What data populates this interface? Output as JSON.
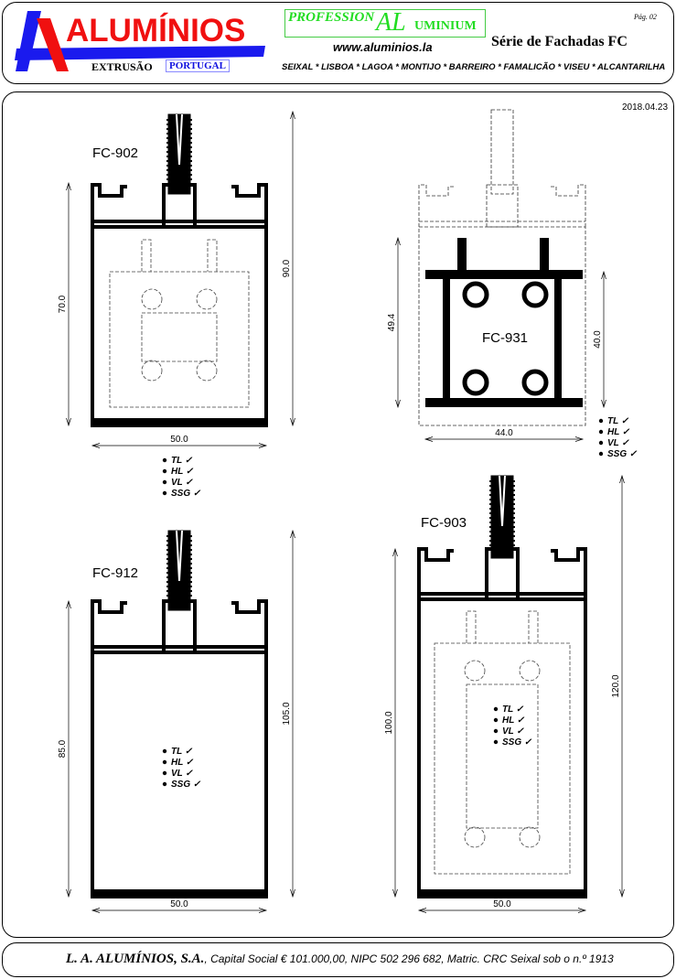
{
  "header": {
    "logo_text": "ALUMÍNIOS",
    "extrusao": "EXTRUSÃO",
    "portugal": "PORTUGAL",
    "profession_a": "PROFESSION",
    "profession_b": "AL",
    "profession_c": "UMINIUM",
    "website": "www.aluminios.la",
    "series_title": "Série de Fachadas FC",
    "page": "Pág. 02",
    "locations": "SEIXAL * LISBOA * LAGOA * MONTIJO * BARREIRO * FAMALICÃO * VISEU * ALCANTARILHA"
  },
  "date": "2018.04.23",
  "features": [
    "TL ✓",
    "HL ✓",
    "VL ✓",
    "SSG ✓"
  ],
  "profiles": [
    {
      "code": "FC-902",
      "dims": [
        "70.0",
        "90.0",
        "50.0"
      ]
    },
    {
      "code": "FC-931",
      "dims": [
        "49.4",
        "40.0",
        "44.0"
      ]
    },
    {
      "code": "FC-912",
      "dims": [
        "85.0",
        "105.0",
        "50.0"
      ]
    },
    {
      "code": "FC-903",
      "dims": [
        "100.0",
        "120.0",
        "50.0"
      ]
    }
  ],
  "footer": {
    "company": "L. A. ALUMÍNIOS, S.A.",
    "details": ", Capital Social € 101.000,00, NIPC 502 296 682, Matric. CRC Seixal sob o n.º 1913"
  }
}
